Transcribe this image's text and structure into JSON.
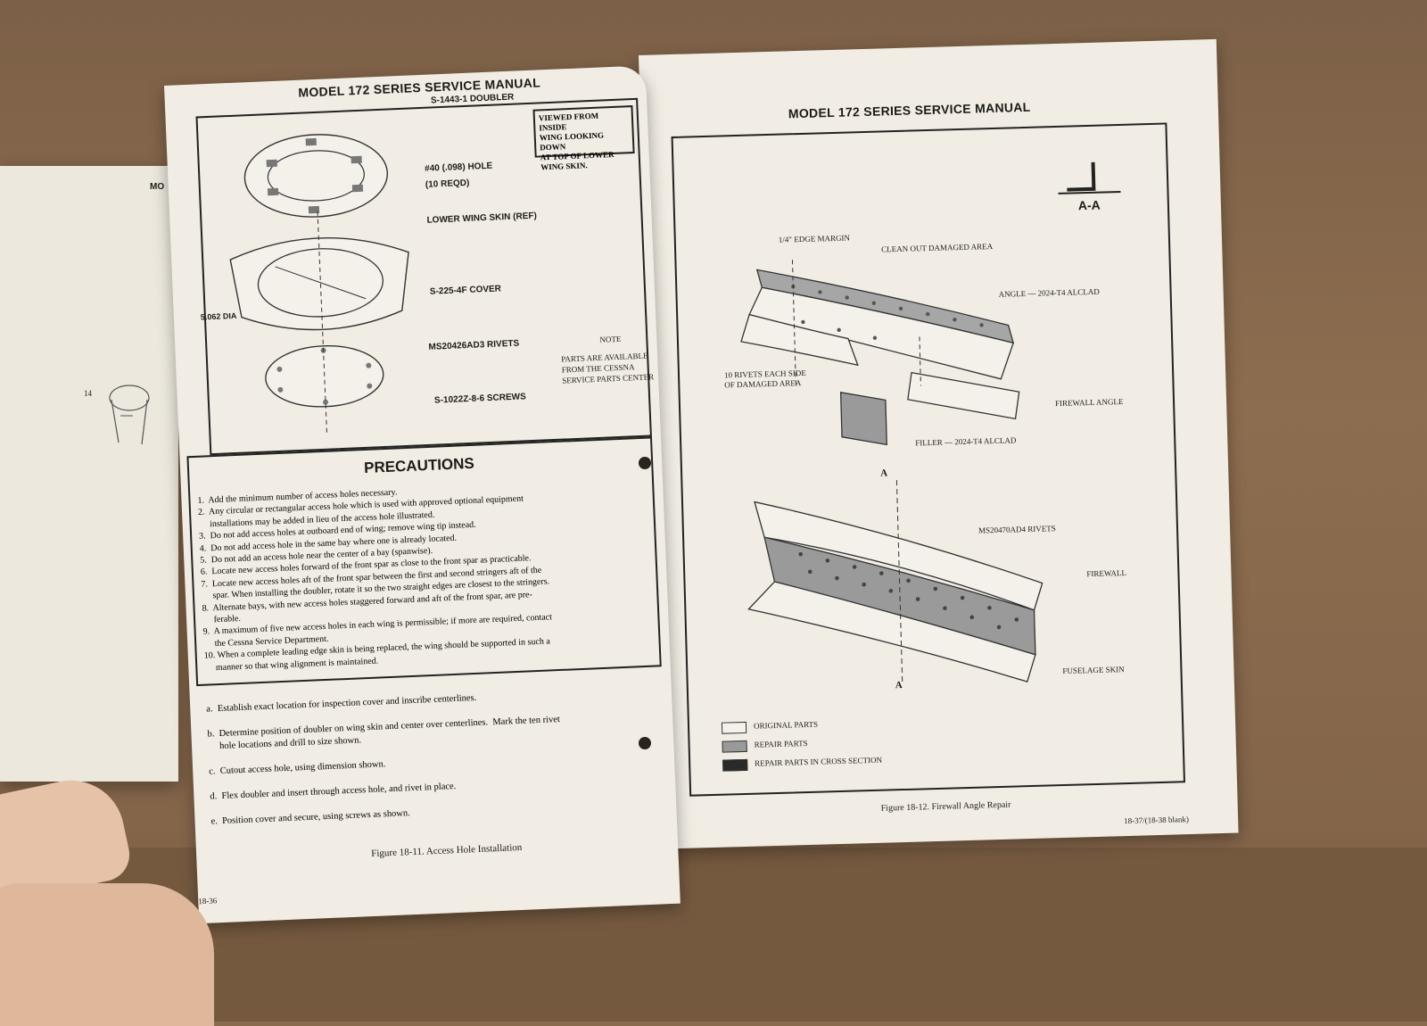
{
  "left_page": {
    "header": "MODEL 172 SERIES SERVICE MANUAL",
    "callouts": {
      "doubler": "S-1443-1 DOUBLER",
      "hole": "#40 (.098) HOLE",
      "hole_qty": "(10 REQD)",
      "skin": "LOWER WING SKIN (REF)",
      "cover": "S-225-4F COVER",
      "rivets": "MS20426AD3 RIVETS",
      "screws": "S-1022Z-8-6 SCREWS",
      "dia": "5.062 DIA"
    },
    "view_note": [
      "VIEWED FROM INSIDE",
      "WING LOOKING DOWN",
      "AT TOP OF LOWER",
      "WING SKIN."
    ],
    "parts_note": {
      "heading": "NOTE",
      "lines": [
        "PARTS ARE AVAILABLE",
        "FROM THE CESSNA",
        "SERVICE PARTS CENTER"
      ]
    },
    "precautions": {
      "title": "PRECAUTIONS",
      "items": [
        "1.  Add the minimum number of access holes necessary.",
        "2.  Any circular or rectangular access hole which is used with approved optional equipment",
        "     installations may be added in lieu of the access hole illustrated.",
        "3.  Do not add access holes at outboard end of wing; remove wing tip instead.",
        "4.  Do not add access hole in the same bay where one is already located.",
        "5.  Do not add an access hole near the center of a bay (spanwise).",
        "6.  Locate new access holes forward of the front spar as close to the front spar as practicable.",
        "7.  Locate new access holes aft of the front spar between the first and second stringers aft of the",
        "     spar. When installing the doubler, rotate it so the two straight edges are closest to the stringers.",
        "8.  Alternate bays, with new access holes staggered forward and aft of the front spar, are pre-",
        "     ferable.",
        "9.  A maximum of five new access holes in each wing is permissible; if more are required, contact",
        "     the Cessna Service Department.",
        "10. When a complete leading edge skin is being replaced, the wing should be supported in such a",
        "     manner so that wing alignment is maintained."
      ]
    },
    "steps": [
      "a.  Establish exact location for inspection cover and inscribe centerlines.",
      "b.  Determine position of doubler on wing skin and center over centerlines.  Mark the ten rivet",
      "     hole locations and drill to size shown.",
      "c.  Cutout access hole, using dimension shown.",
      "d.  Flex doubler and insert through access hole, and rivet in place.",
      "e.  Position cover and secure, using screws as shown."
    ],
    "caption": "Figure 18-11.  Access Hole Installation",
    "page_number": "18-36"
  },
  "right_page": {
    "header": "MODEL 172 SERIES SERVICE MANUAL",
    "section_label": "A-A",
    "callouts": {
      "edge_margin": "1/4\" EDGE MARGIN",
      "clean_out": "CLEAN OUT DAMAGED AREA",
      "angle": "ANGLE — 2024-T4 ALCLAD",
      "rivets_each_side_1": "10 RIVETS EACH SIDE",
      "rivets_each_side_2": "OF DAMAGED AREA",
      "firewall_angle": "FIREWALL ANGLE",
      "filler": "FILLER — 2024-T4 ALCLAD",
      "ms_rivets": "MS20470AD4 RIVETS",
      "firewall": "FIREWALL",
      "fuselage_skin": "FUSELAGE SKIN",
      "a_mark": "A"
    },
    "legend": [
      {
        "label": "ORIGINAL PARTS",
        "color": "#f4f1ea"
      },
      {
        "label": "REPAIR PARTS",
        "color": "#9a9a9a"
      },
      {
        "label": "REPAIR PARTS IN CROSS SECTION",
        "color": "#2a2a2a"
      }
    ],
    "caption": "Figure 18-12.  Firewall Angle Repair",
    "page_number": "18-37/(18-38 blank)"
  },
  "back_page": {
    "header_fragment": "MO",
    "item_number": "14"
  },
  "colors": {
    "paper": "#f1ede4",
    "cardboard": "#8a6a4c",
    "ink": "#1d1b18",
    "repair_fill": "#9a9a9a"
  }
}
